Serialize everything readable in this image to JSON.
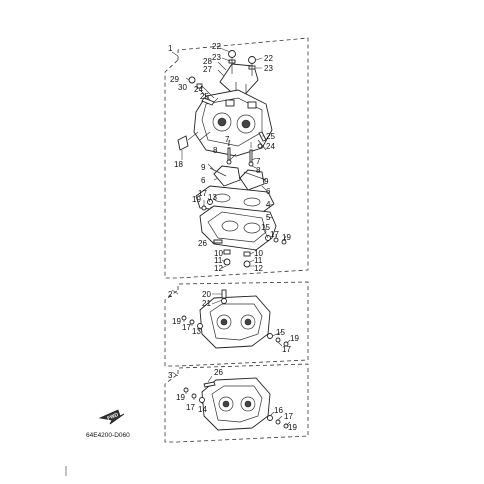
{
  "diagram": {
    "callouts": [
      {
        "id": "c1",
        "text": "1"
      },
      {
        "id": "c22a",
        "text": "22"
      },
      {
        "id": "c23a",
        "text": "23"
      },
      {
        "id": "c28",
        "text": "28"
      },
      {
        "id": "c27",
        "text": "27"
      },
      {
        "id": "c22b",
        "text": "22"
      },
      {
        "id": "c23b",
        "text": "23"
      },
      {
        "id": "c29",
        "text": "29"
      },
      {
        "id": "c30",
        "text": "30"
      },
      {
        "id": "c24a",
        "text": "24"
      },
      {
        "id": "c25a",
        "text": "25"
      },
      {
        "id": "c25b",
        "text": "25"
      },
      {
        "id": "c24b",
        "text": "24"
      },
      {
        "id": "c18",
        "text": "18"
      },
      {
        "id": "c7a",
        "text": "7"
      },
      {
        "id": "c8a",
        "text": "8"
      },
      {
        "id": "c7b",
        "text": "7"
      },
      {
        "id": "c8b",
        "text": "8"
      },
      {
        "id": "c9a",
        "text": "9"
      },
      {
        "id": "c9b",
        "text": "9"
      },
      {
        "id": "c6a",
        "text": "6"
      },
      {
        "id": "c6b",
        "text": "6"
      },
      {
        "id": "c4",
        "text": "4"
      },
      {
        "id": "c5",
        "text": "5"
      },
      {
        "id": "c19a",
        "text": "19"
      },
      {
        "id": "c17a",
        "text": "17"
      },
      {
        "id": "c13a",
        "text": "13"
      },
      {
        "id": "c15a",
        "text": "15"
      },
      {
        "id": "c17b",
        "text": "17"
      },
      {
        "id": "c19b",
        "text": "19"
      },
      {
        "id": "c26a",
        "text": "26"
      },
      {
        "id": "c10a",
        "text": "10"
      },
      {
        "id": "c11a",
        "text": "11"
      },
      {
        "id": "c12a",
        "text": "12"
      },
      {
        "id": "c10b",
        "text": "10"
      },
      {
        "id": "c11b",
        "text": "11"
      },
      {
        "id": "c12b",
        "text": "12"
      },
      {
        "id": "c2",
        "text": "2"
      },
      {
        "id": "c20",
        "text": "20"
      },
      {
        "id": "c21",
        "text": "21"
      },
      {
        "id": "c19c",
        "text": "19"
      },
      {
        "id": "c17c",
        "text": "17"
      },
      {
        "id": "c13b",
        "text": "13"
      },
      {
        "id": "c15b",
        "text": "15"
      },
      {
        "id": "c17d",
        "text": "17"
      },
      {
        "id": "c19d",
        "text": "19"
      },
      {
        "id": "c3",
        "text": "3"
      },
      {
        "id": "c26b",
        "text": "26"
      },
      {
        "id": "c19e",
        "text": "19"
      },
      {
        "id": "c17e",
        "text": "17"
      },
      {
        "id": "c14",
        "text": "14"
      },
      {
        "id": "c16",
        "text": "16"
      },
      {
        "id": "c17f",
        "text": "17"
      },
      {
        "id": "c19f",
        "text": "19"
      }
    ],
    "fwd_label": "FWD",
    "drawing_code": "64E4200-D060"
  }
}
